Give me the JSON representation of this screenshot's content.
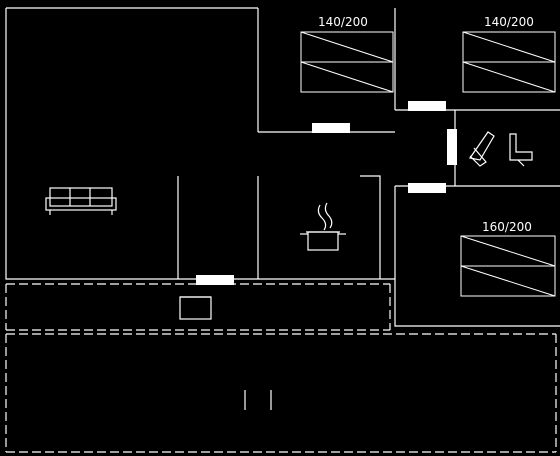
{
  "colors": {
    "background": "#000000",
    "lines": "#ffffff"
  },
  "beds": [
    {
      "label": "140/200"
    },
    {
      "label": "140/200"
    },
    {
      "label": "160/200"
    }
  ],
  "icons": [
    "sofa-icon",
    "cooking-pot-icon",
    "bathroom-fixtures-icon",
    "chair-icon",
    "terrace-table-icon"
  ]
}
